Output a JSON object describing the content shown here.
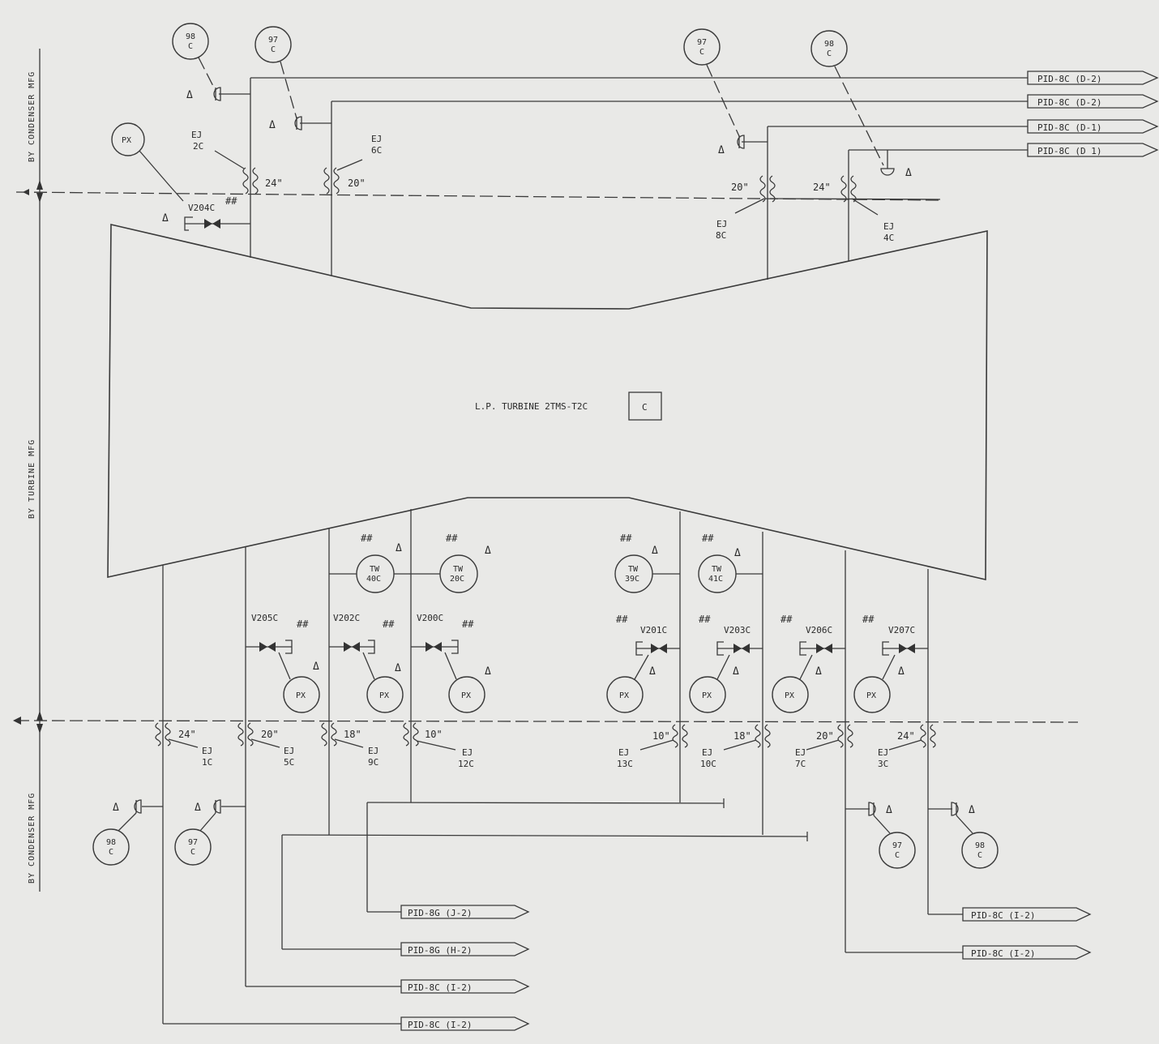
{
  "side_labels": {
    "top": "BY CONDENSER MFG",
    "middle": "BY TURBINE MFG",
    "bottom": "BY CONDENSER MFG"
  },
  "turbine": {
    "label": "L.P. TURBINE 2TMS-T2C",
    "tag": "C"
  },
  "off_page_refs": {
    "top": [
      "PID-8C (D-2)",
      "PID-8C (D-2)",
      "PID-8C (D-1)",
      "PID-8C (D 1)"
    ],
    "bottom_left": [
      "PID-8G (J-2)",
      "PID-8G (H-2)",
      "PID-8C (I-2)",
      "PID-8C (I-2)"
    ],
    "bottom_right": [
      "PID-8C (I-2)",
      "PID-8C (I-2)"
    ]
  },
  "expansion_joints": {
    "top": [
      {
        "tag": "EJ",
        "num": "2C",
        "size": "24\""
      },
      {
        "tag": "EJ",
        "num": "6C",
        "size": "20\""
      },
      {
        "tag": "EJ",
        "num": "8C",
        "size": "20\""
      },
      {
        "tag": "EJ",
        "num": "4C",
        "size": "24\""
      }
    ],
    "bottom": [
      {
        "tag": "EJ",
        "num": "1C",
        "size": "24\""
      },
      {
        "tag": "EJ",
        "num": "5C",
        "size": "20\""
      },
      {
        "tag": "EJ",
        "num": "9C",
        "size": "18\""
      },
      {
        "tag": "EJ",
        "num": "12C",
        "size": "10\""
      },
      {
        "tag": "EJ",
        "num": "13C",
        "size": "10\""
      },
      {
        "tag": "EJ",
        "num": "10C",
        "size": "18\""
      },
      {
        "tag": "EJ",
        "num": "7C",
        "size": "20\""
      },
      {
        "tag": "EJ",
        "num": "3C",
        "size": "24\""
      }
    ]
  },
  "valves": {
    "top": "V204C",
    "bottom": [
      "V205C",
      "V202C",
      "V200C",
      "V201C",
      "V203C",
      "V206C",
      "V207C"
    ]
  },
  "instruments": {
    "px": "PX",
    "tw": [
      {
        "tag": "TW",
        "num": "40C"
      },
      {
        "tag": "TW",
        "num": "20C"
      },
      {
        "tag": "TW",
        "num": "39C"
      },
      {
        "tag": "TW",
        "num": "41C"
      }
    ],
    "disc_top": [
      {
        "tag": "98",
        "sub": "C"
      },
      {
        "tag": "97",
        "sub": "C"
      },
      {
        "tag": "97",
        "sub": "C"
      },
      {
        "tag": "98",
        "sub": "C"
      }
    ],
    "disc_bottom": [
      {
        "tag": "98",
        "sub": "C"
      },
      {
        "tag": "97",
        "sub": "C"
      },
      {
        "tag": "97",
        "sub": "C"
      },
      {
        "tag": "98",
        "sub": "C"
      }
    ]
  },
  "symbols": {
    "delta": "Δ",
    "hash": "##"
  }
}
